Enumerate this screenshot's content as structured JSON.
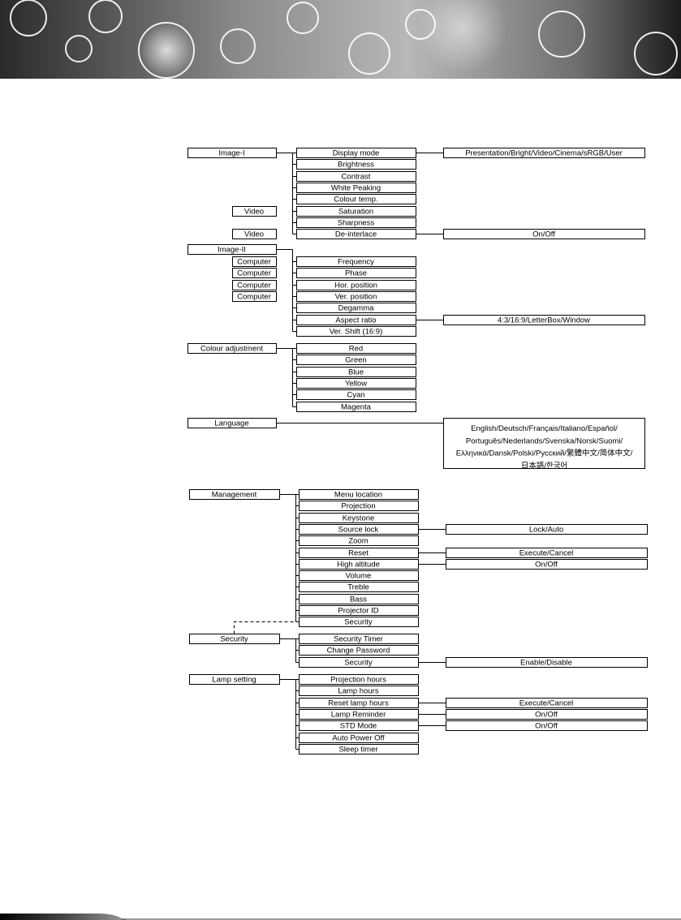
{
  "menu_tree": [
    {
      "id": "image1",
      "label": "Image-I",
      "items": [
        {
          "label": "Display mode",
          "options": "Presentation/Bright/Video/Cinema/sRGB/User"
        },
        {
          "label": "Brightness"
        },
        {
          "label": "Contrast"
        },
        {
          "label": "White Peaking"
        },
        {
          "label": "Colour temp."
        },
        {
          "label": "Saturation",
          "source": "Video"
        },
        {
          "label": "Sharpness"
        },
        {
          "label": "De-interlace",
          "source": "Video",
          "options": "On/Off"
        }
      ]
    },
    {
      "id": "image2",
      "label": "Image-II",
      "items": [
        {
          "label": "Frequency",
          "source": "Computer"
        },
        {
          "label": "Phase",
          "source": "Computer"
        },
        {
          "label": "Hor. position",
          "source": "Computer"
        },
        {
          "label": "Ver. position",
          "source": "Computer"
        },
        {
          "label": "Degamma"
        },
        {
          "label": "Aspect ratio",
          "options": "4:3/16:9/LetterBox/Window"
        },
        {
          "label": "Ver. Shift (16:9)"
        }
      ]
    },
    {
      "id": "colour",
      "label": "Colour adjustment",
      "items": [
        {
          "label": "Red"
        },
        {
          "label": "Green"
        },
        {
          "label": "Blue"
        },
        {
          "label": "Yellow"
        },
        {
          "label": "Cyan"
        },
        {
          "label": "Magenta"
        }
      ]
    },
    {
      "id": "language",
      "label": "Language",
      "options_lines": [
        "English/Deutsch/Français/Italiano/Español/",
        "Português/Nederlands/Svenska/Norsk/Suomi/",
        "Ελληνικά/Dansk/Polski/Русский/繁體中文/简体中文/",
        "日本語/한국어"
      ]
    },
    {
      "id": "management",
      "label": "Management",
      "items": [
        {
          "label": "Menu location"
        },
        {
          "label": "Projection"
        },
        {
          "label": "Keystone"
        },
        {
          "label": "Source lock",
          "options": "Lock/Auto"
        },
        {
          "label": "Zoom"
        },
        {
          "label": "Reset",
          "options": "Execute/Cancel"
        },
        {
          "label": "High altitude",
          "options": "On/Off"
        },
        {
          "label": "Volume"
        },
        {
          "label": "Treble"
        },
        {
          "label": "Bass"
        },
        {
          "label": "Projector ID"
        },
        {
          "label": "Security"
        }
      ]
    },
    {
      "id": "security",
      "label": "Security",
      "items": [
        {
          "label": "Security Timer"
        },
        {
          "label": "Change Password"
        },
        {
          "label": "Security",
          "options": "Enable/Disable"
        }
      ]
    },
    {
      "id": "lamp",
      "label": "Lamp setting",
      "items": [
        {
          "label": "Projection hours"
        },
        {
          "label": "Lamp hours"
        },
        {
          "label": "Reset lamp hours",
          "options": "Execute/Cancel"
        },
        {
          "label": "Lamp Reminder",
          "options": "On/Off"
        },
        {
          "label": "STD Mode",
          "options": "On/Off"
        },
        {
          "label": "Auto Power Off"
        },
        {
          "label": "Sleep timer"
        }
      ]
    }
  ]
}
